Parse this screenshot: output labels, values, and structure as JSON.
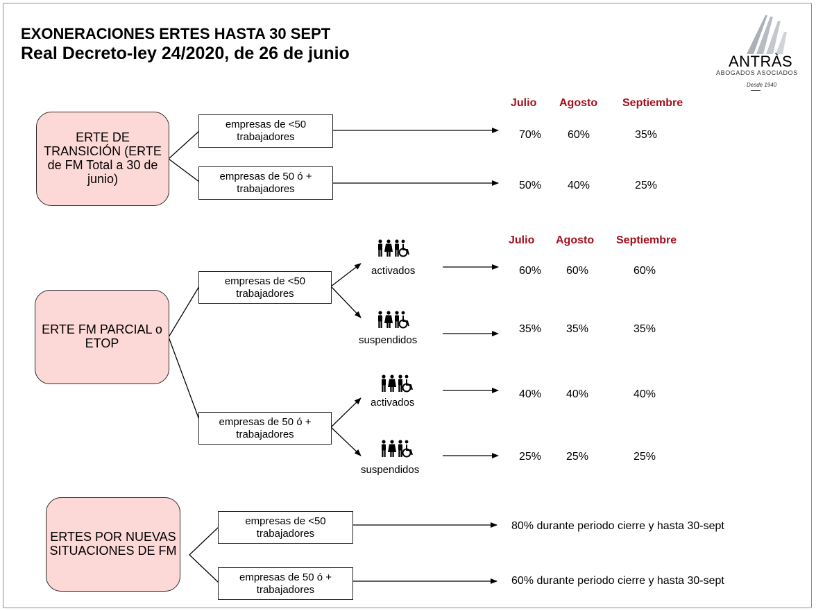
{
  "title": {
    "line1": "EXONERACIONES ERTES HASTA 30 SEPT",
    "line2": "Real Decreto-ley 24/2020, de 26 de junio"
  },
  "logo": {
    "name": "ANTRÀS",
    "subtitle": "ABOGADOS ASOCIADOS",
    "since": "Desde 1940"
  },
  "months": [
    "Julio",
    "Agosto",
    "Septiembre"
  ],
  "colors": {
    "month_header": "#a50e1b",
    "category_fill": "#fcd8d6"
  },
  "icon_name": "people-group-with-wheelchair-icon",
  "section1": {
    "category": "ERTE DE TRANSICIÓN (ERTE de FM Total a 30 de junio)",
    "rows": [
      {
        "company": "empresas de <50 trabajadores",
        "values": [
          "70%",
          "60%",
          "35%"
        ]
      },
      {
        "company": "empresas de 50 ó + trabajadores",
        "values": [
          "50%",
          "40%",
          "25%"
        ]
      }
    ]
  },
  "section2": {
    "category": "ERTE FM PARCIAL o ETOP",
    "groups": [
      {
        "company": "empresas de <50 trabajadores",
        "rows": [
          {
            "status": "activados",
            "values": [
              "60%",
              "60%",
              "60%"
            ]
          },
          {
            "status": "suspendidos",
            "values": [
              "35%",
              "35%",
              "35%"
            ]
          }
        ]
      },
      {
        "company": "empresas de 50 ó + trabajadores",
        "rows": [
          {
            "status": "activados",
            "values": [
              "40%",
              "40%",
              "40%"
            ]
          },
          {
            "status": "suspendidos",
            "values": [
              "25%",
              "25%",
              "25%"
            ]
          }
        ]
      }
    ]
  },
  "section3": {
    "category": "ERTES POR NUEVAS SITUACIONES DE FM",
    "rows": [
      {
        "company": "empresas de <50 trabajadores",
        "result": "80% durante periodo cierre y hasta 30-sept"
      },
      {
        "company": "empresas de 50 ó + trabajadores",
        "result": "60% durante periodo cierre y hasta 30-sept"
      }
    ]
  }
}
